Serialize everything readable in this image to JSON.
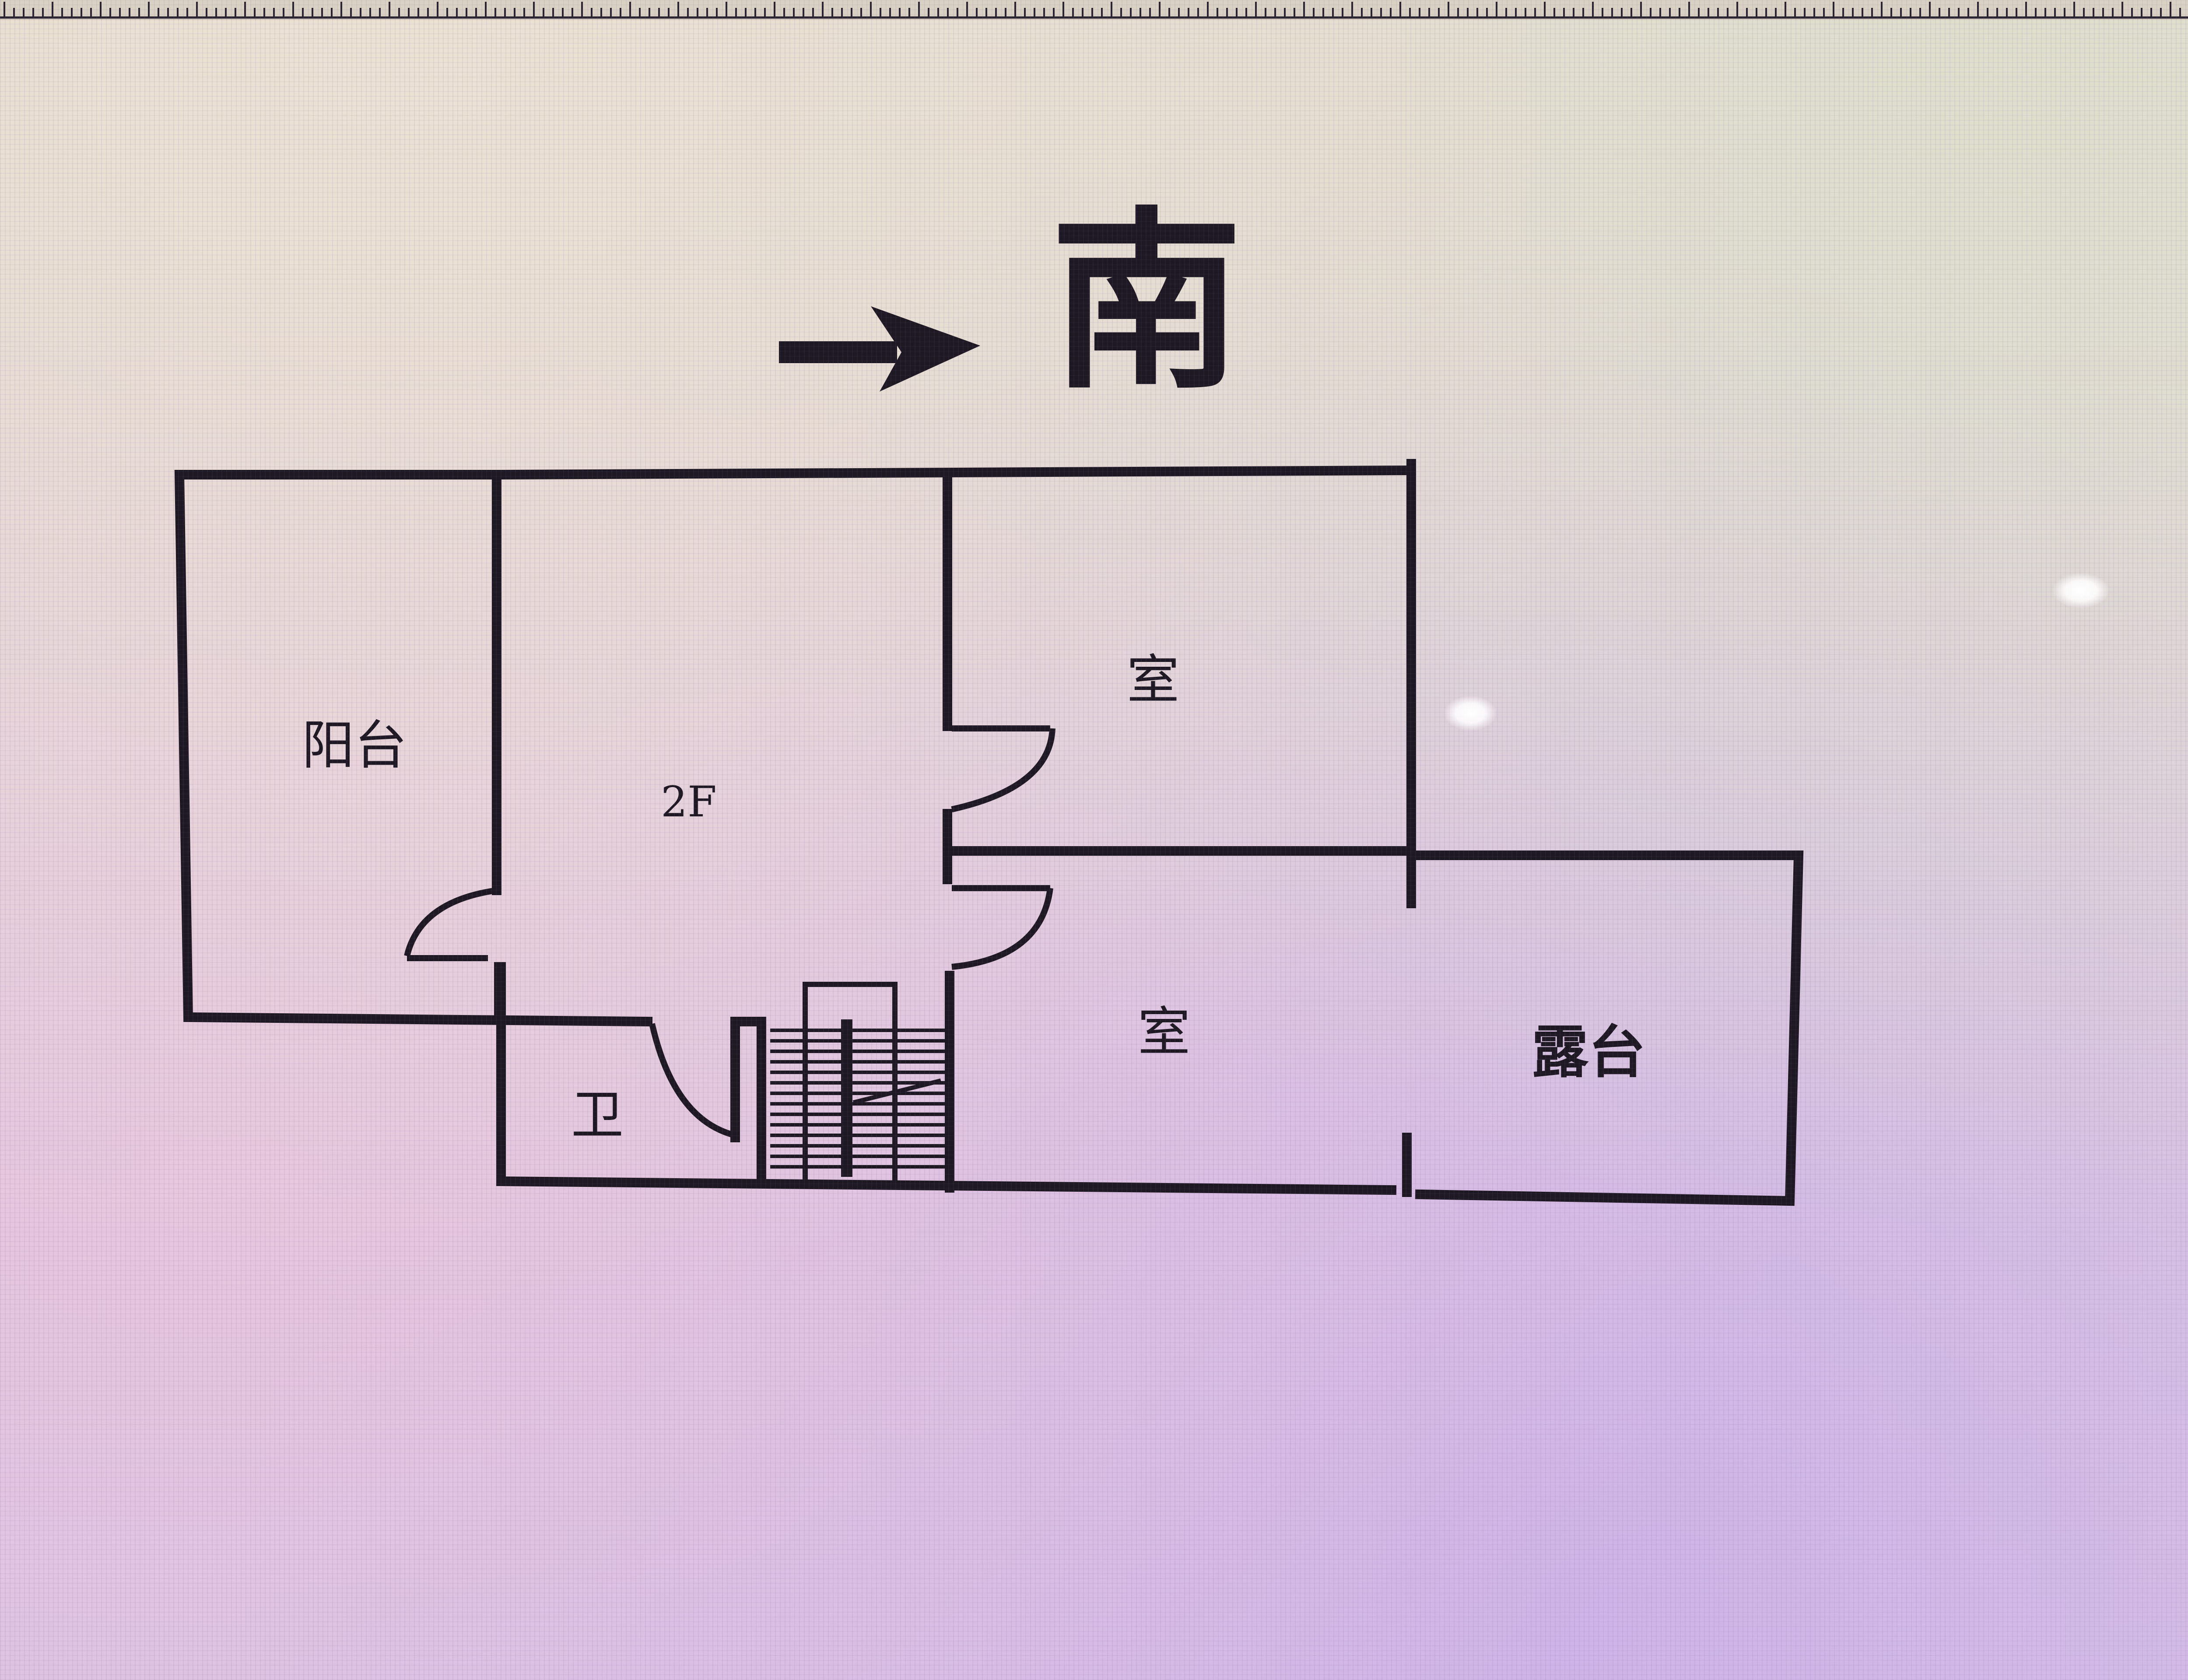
{
  "diagram": {
    "orientation_label": "南",
    "orientation_arrow_icon": "arrow-right-icon",
    "rooms": {
      "balcony": "阳台",
      "floor_level": "2F",
      "room_upper": "室",
      "room_lower": "室",
      "bathroom": "卫",
      "terrace": "露台"
    },
    "colors": {
      "wall": "#1d1822",
      "background": "#e2d2dc"
    }
  }
}
